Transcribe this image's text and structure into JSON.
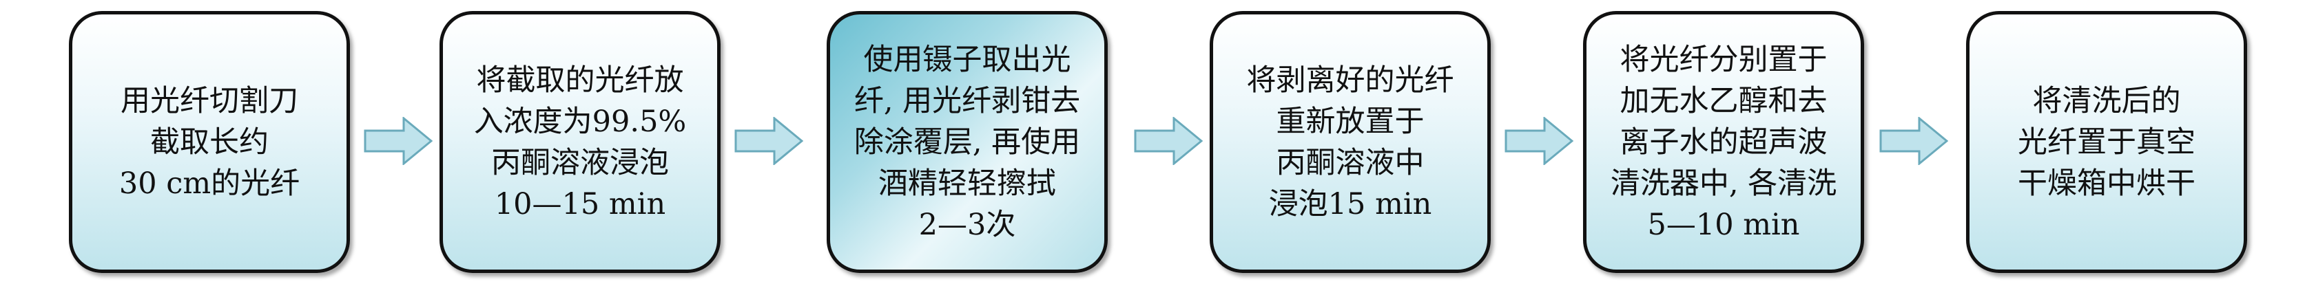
{
  "steps": [
    {
      "text": "用光纤切割刀\n截取长约\n30 cm的光纤"
    },
    {
      "text": "将截取的光纤放\n入浓度为99.5%\n丙酮溶液浸泡\n10—15 min"
    },
    {
      "text": "使用镊子取出光\n纤, 用光纤剥钳去\n除涂覆层, 再使用\n酒精轻轻擦拭\n2—3次"
    },
    {
      "text": "将剥离好的光纤\n重新放置于\n丙酮溶液中\n浸泡15 min"
    },
    {
      "text": "将光纤分别置于\n加无水乙醇和去\n离子水的超声波\n清洗器中, 各清洗\n5—10 min"
    },
    {
      "text": "将清洗后的\n光纤置于真空\n干燥箱中烘干"
    }
  ],
  "colors": {
    "box_border": "#111111",
    "box_fill_light": "#ffffff",
    "box_fill_dark": "#bfe4ec",
    "arrow_fill": "#bfe3ec",
    "arrow_stroke": "#6aaabb"
  }
}
